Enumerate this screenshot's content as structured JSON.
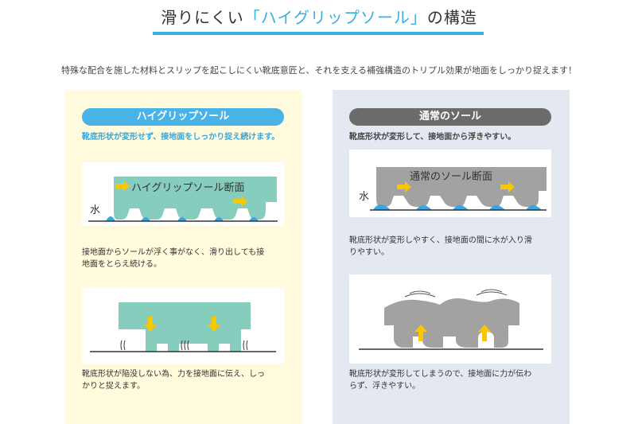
{
  "header": {
    "title_pre": "滑りにくい",
    "title_highlight": "「ハイグリップソール」",
    "title_post": "の構造",
    "intro": "特殊な配合を施した材料とスリップを起こしにくい靴底意匠と、それを支える補強構造のトリプル効果が地面をしっかり捉えます！"
  },
  "left": {
    "badge": "ハイグリップソール",
    "lead": "靴底形状が変形せず、接地面をしっかり捉え続けます。",
    "fig1_label": "ハイグリップソール断面",
    "water_label": "水",
    "caption1": "接地面からソールが浮く事がなく、滑り出しても接\n地面をとらえ続ける。",
    "caption2": "靴底形状が陥没しない為、力を接地面に伝え、しっ\nかりと捉えます。"
  },
  "right": {
    "badge": "通常のソール",
    "lead": "靴底形状が変形して、接地面から浮きやすい。",
    "fig1_label": "通常のソール断面",
    "water_label": "水",
    "caption1": "靴底形状が変形しやすく、接地面の間に水が入り滑\nりやすい。",
    "caption2": "靴底形状が変形してしまうので、接地面に力が伝わ\nらず、浮きやすい。"
  },
  "colors": {
    "accent_blue": "#3bb0e0",
    "grip_sole": "#86cdbd",
    "normal_sole": "#a2a2a2",
    "arrow": "#f7c800",
    "water": "#3aa5e0"
  }
}
